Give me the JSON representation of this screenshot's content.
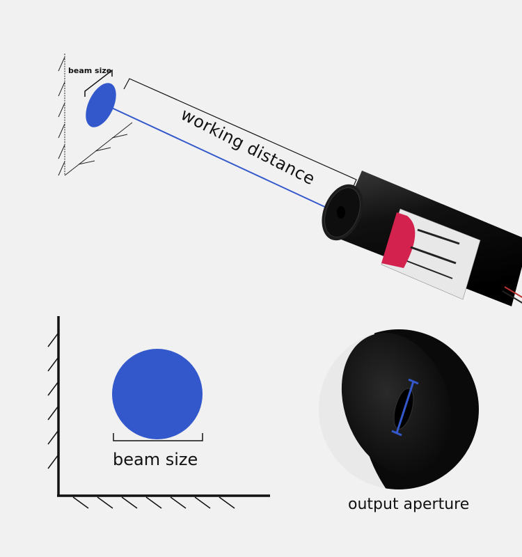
{
  "labels": {
    "beam_size_small": "beam size",
    "working_distance": "working  distance",
    "beam_size_large": "beam size",
    "output_aperture": "output aperture"
  },
  "colors": {
    "beam": "#3358cc",
    "background": "#f1f1f1",
    "laser_body": "#161616",
    "label_red": "#d4224f"
  }
}
